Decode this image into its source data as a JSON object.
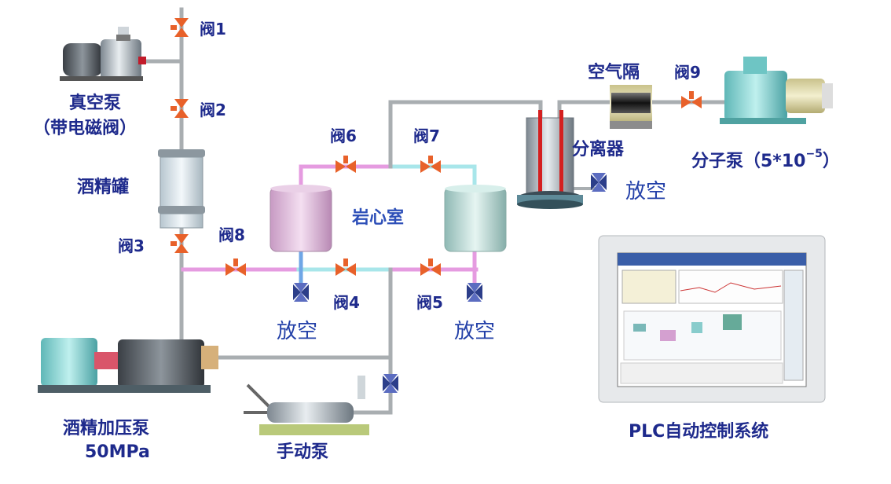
{
  "labels": {
    "valve1": "阀1",
    "valve2": "阀2",
    "valve3": "阀3",
    "valve4": "阀4",
    "valve5": "阀5",
    "valve6": "阀6",
    "valve7": "阀7",
    "valve8": "阀8",
    "valve9": "阀9",
    "vacuum_pump": "真空泵",
    "vacuum_pump_note": "（带电磁阀）",
    "alcohol_tank": "酒精罐",
    "core_chamber": "岩心室",
    "air_gap": "空气隔",
    "separator": "分离器",
    "molecular_pump": "分子泵（5*10",
    "molecular_pump_exp": "−5",
    "molecular_pump_close": "）",
    "vent_sep": "放空",
    "vent_left": "放空",
    "vent_right": "放空",
    "pressure_pump": "酒精加压泵",
    "pressure_pump_rating": "50MPa",
    "hand_pump": "手动泵",
    "plc_system": "PLC自动控制系统"
  },
  "colors": {
    "pipe_gray": "#a9aeb1",
    "pipe_pink": "#e59be0",
    "pipe_cyan": "#a8e6ea",
    "valve_orange": "#e8612a",
    "label_blue": "#1e2a8c"
  }
}
